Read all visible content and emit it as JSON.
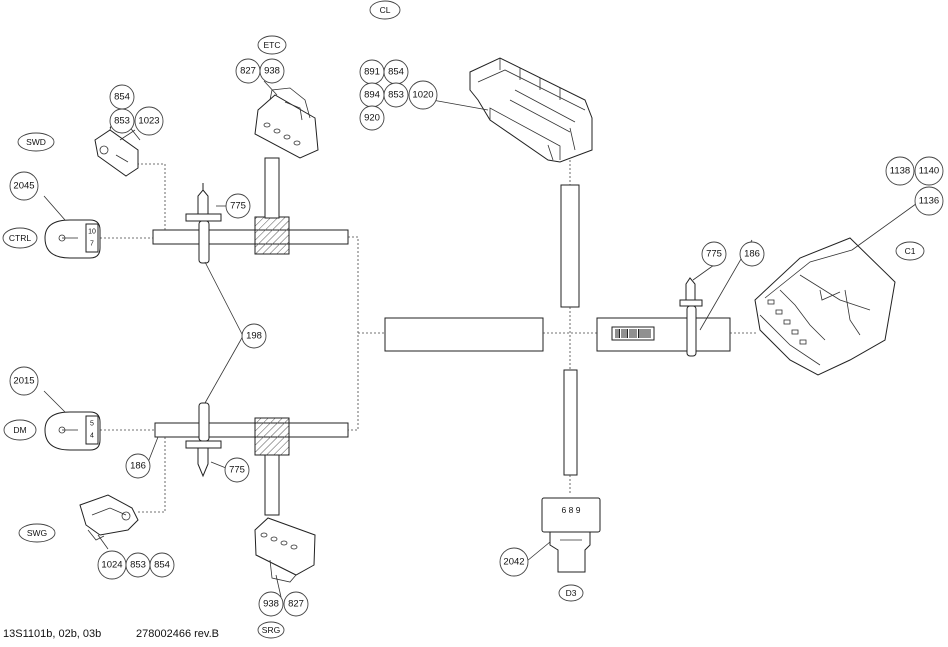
{
  "footer": {
    "drawing_ref": "13S1101b, 02b, 03b",
    "part_number": "278002466 rev.B"
  },
  "connectors": {
    "cl": "CL",
    "etc": "ETC",
    "swd": "SWD",
    "ctrl": "CTRL",
    "dm": "DM",
    "swg": "SWG",
    "srg": "SRG",
    "c1": "C1",
    "d3": "D3"
  },
  "pin_labels": {
    "ctrl_top": "10",
    "ctrl_bottom": "7",
    "dm_top": "5",
    "dm_bottom": "4",
    "d3_pins": "6 8 9"
  },
  "callouts": {
    "cl_891": "891",
    "cl_854": "854",
    "cl_894": "894",
    "cl_853": "853",
    "cl_1020": "1020",
    "cl_920": "920",
    "etc_827": "827",
    "etc_938": "938",
    "swd_854": "854",
    "swd_853": "853",
    "swd_1023": "1023",
    "ctrl_2045": "2045",
    "top_775": "775",
    "mid_198": "198",
    "dm_2015": "2015",
    "bot_775": "775",
    "bot_186": "186",
    "swg_1024": "1024",
    "swg_853": "853",
    "swg_854": "854",
    "srg_938": "938",
    "srg_827": "827",
    "d3_2042": "2042",
    "right_775": "775",
    "right_186": "186",
    "c1_1138": "1138",
    "c1_1140": "1140",
    "c1_1136": "1136"
  }
}
